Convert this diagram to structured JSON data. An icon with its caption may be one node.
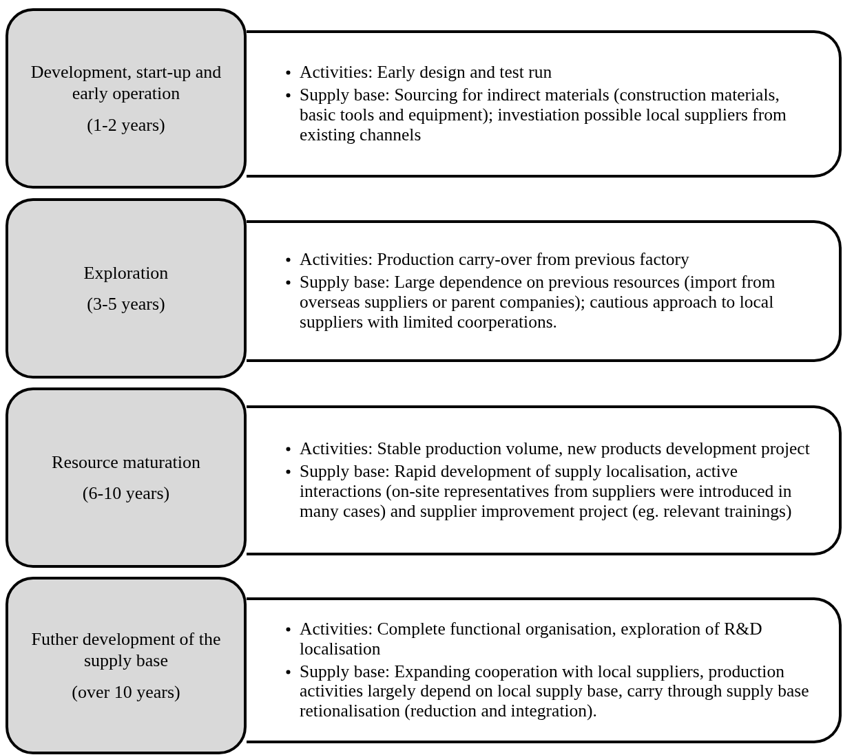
{
  "diagram": {
    "nodes": [
      {
        "text": [
          "Development, start-up and early operation",
          "(1-2 years)"
        ]
      },
      {
        "text": [
          "Activities: Early design and test run",
          "Supply base: Sourcing for indirect materials (construction materials, basic tools and equipment); investiation possible local suppliers from existing channels"
        ]
      },
      {
        "text": [
          "Exploration",
          "(3-5 years)"
        ]
      },
      {
        "text": [
          "Activities: Production carry-over from previous factory",
          "Supply base: Large dependence on previous resources (import from overseas suppliers or parent companies); cautious approach to local suppliers with limited coorperations."
        ]
      },
      {
        "text": [
          "Resource maturation",
          "(6-10 years)"
        ]
      },
      {
        "text": [
          "Activities: Stable production volume, new products development project",
          "Supply base: Rapid development of supply localisation, active interactions (on-site representatives from suppliers were introduced in many cases)  and supplier improvement project (eg. relevant trainings)"
        ]
      },
      {
        "text": [
          "Futher development of the supply base",
          "(over 10 years)"
        ]
      },
      {
        "text": [
          "Activities: Complete functional organisation, exploration of R&D localisation",
          "Supply base: Expanding cooperation with local suppliers, production activities largely depend on local supply base, carry through supply base retionalisation (reduction and integration)."
        ]
      }
    ]
  }
}
